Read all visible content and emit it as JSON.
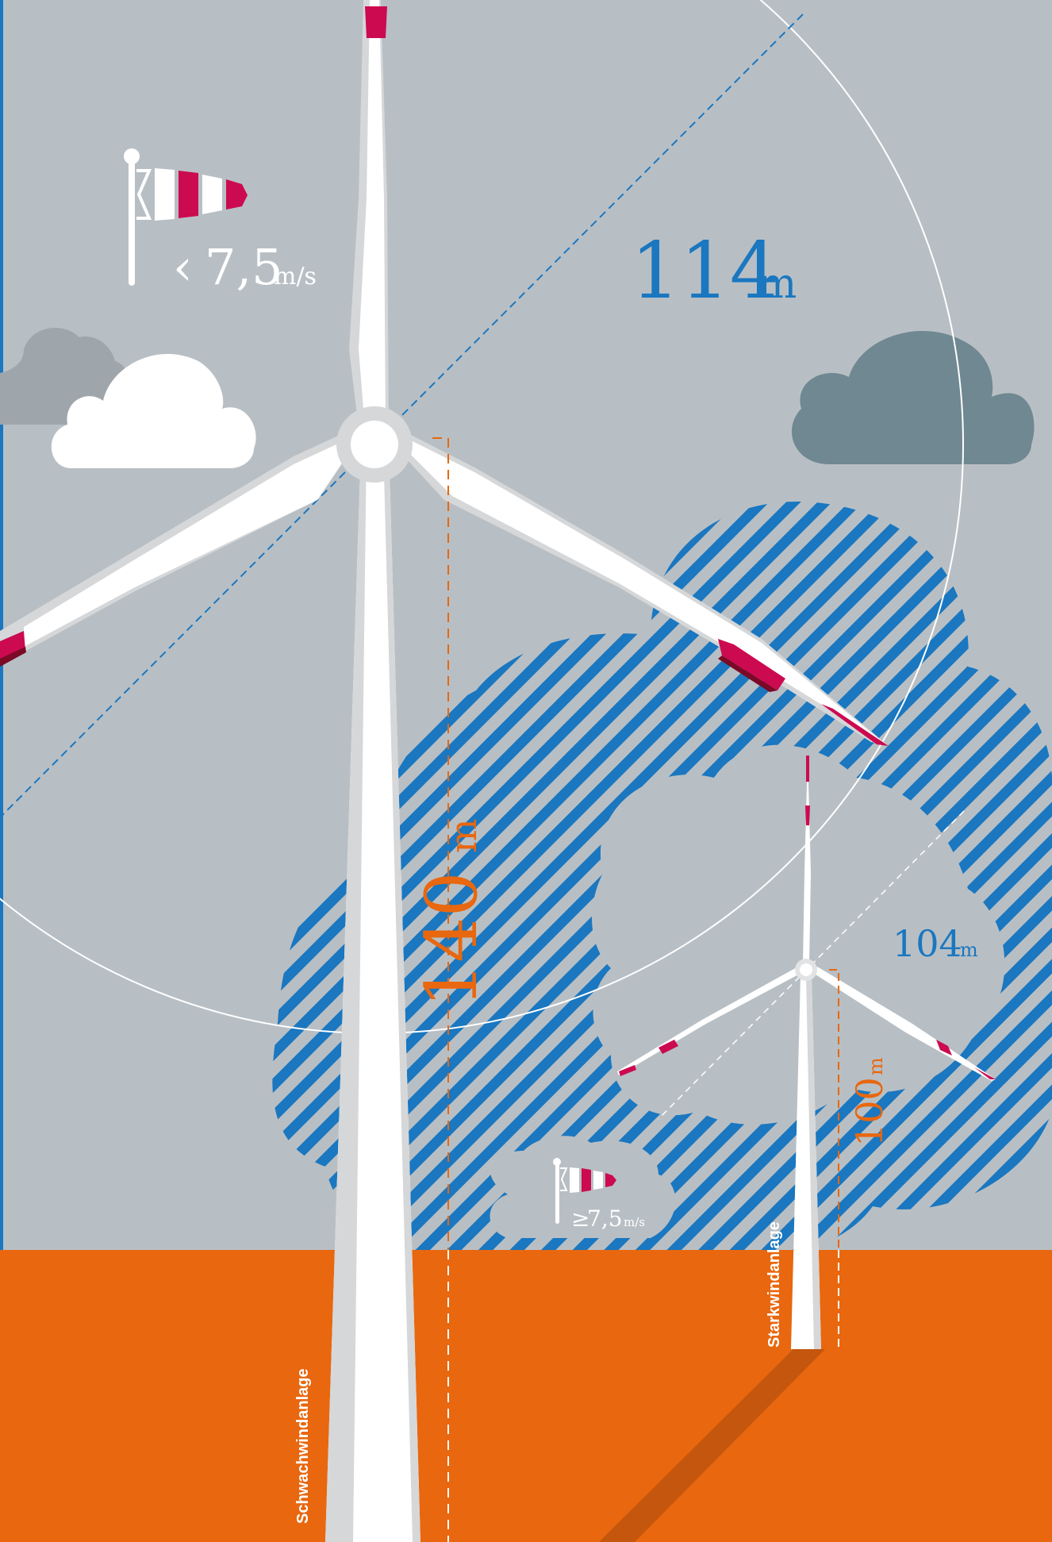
{
  "colors": {
    "sky": "#b8bfc4",
    "ground": "#e8670f",
    "ground_shadow": "#c4560d",
    "accent_blue": "#1a77c0",
    "accent_orange": "#e8670f",
    "blade_tip_red": "#cc0a50",
    "blade_tip_dark": "#7a0a25",
    "cloud_white": "#ffffff",
    "cloud_dark": "#6f8891",
    "cloud_grey": "#9ea5ab",
    "tower_shade": "#d5d7d9"
  },
  "icons": [
    "windsock-icon",
    "windsock-icon-small",
    "cloud-icon"
  ],
  "low_wind": {
    "prefix": "‹",
    "value": "7,5",
    "unit": "m/s"
  },
  "high_wind": {
    "prefix": "≥",
    "value": "7,5",
    "unit": "m/s"
  },
  "large_turbine": {
    "rotor_diameter_value": "114",
    "rotor_diameter_unit": "m",
    "hub_height_value": "140",
    "hub_height_unit": "m",
    "name": "Schwachwindanlage"
  },
  "small_turbine": {
    "rotor_diameter_value": "104",
    "rotor_diameter_unit": "m",
    "hub_height_value": "100",
    "hub_height_unit": "m",
    "name": "Starkwindanlage"
  }
}
